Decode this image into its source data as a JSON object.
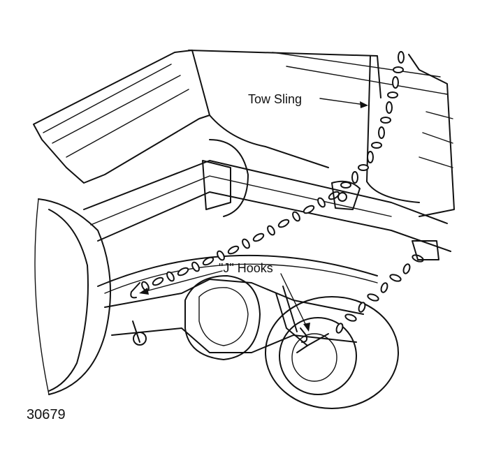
{
  "figure": {
    "labels": {
      "tow_sling": "Tow Sling",
      "j_hooks": "\"J\" Hooks",
      "figure_number": "30679"
    },
    "colors": {
      "ink": "#111111",
      "paper": "#ffffff"
    }
  }
}
